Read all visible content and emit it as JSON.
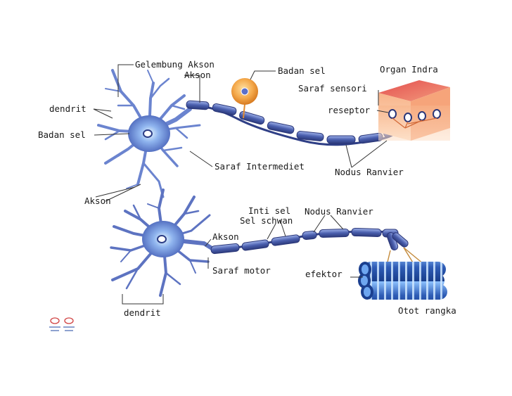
{
  "labels": {
    "gelembung_akson": "Gelembung Akson",
    "akson_top": "Akson",
    "badan_sel_top": "Badan sel",
    "organ_indra": "Organ Indra",
    "saraf_sensori": "Saraf sensori",
    "reseptor": "reseptor",
    "dendrit_top": "dendrit",
    "badan_sel_left": "Badan sel",
    "saraf_intermediet": "Saraf Intermediet",
    "nodus_ranvier_top": "Nodus Ranvier",
    "akson_left": "Akson",
    "inti_sel": "Inti sel",
    "sel_schwan": "Sel schwan",
    "nodus_ranvier_bottom": "Nodus Ranvier",
    "akson_bottom": "Akson",
    "saraf_motor": "Saraf motor",
    "efektor": "efektor",
    "dendrit_bottom": "dendrit",
    "otot_rangka": "Otot rangka"
  },
  "colors": {
    "neuron_body": "#6f8fd6",
    "neuron_dark": "#3d4f9a",
    "soma_glow": "#c8ecff",
    "myelin": "#4a5fae",
    "myelin_light": "#93a9e6",
    "cell_body_orange": "#f0a040",
    "organ_red": "#e25a5a",
    "organ_peach": "#f7c29a",
    "muscle_blue": "#3f6ec4",
    "muscle_light": "#bfe0ff",
    "line_color": "#333333"
  }
}
